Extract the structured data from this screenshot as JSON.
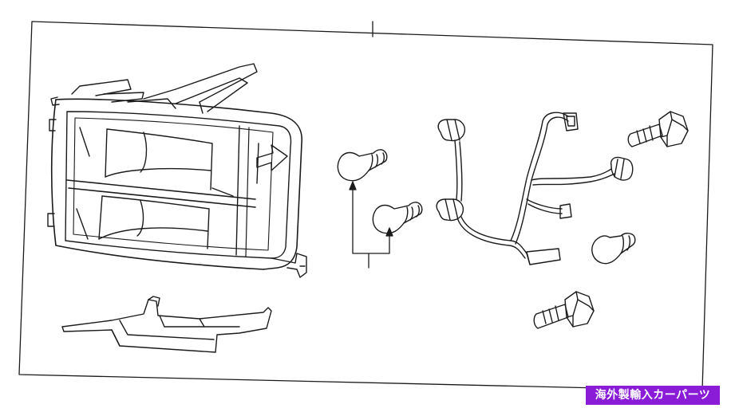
{
  "watermark": {
    "text": "海外製輸入カーパーツ",
    "background": "#8a1bd6",
    "color": "#ffffff"
  },
  "diagram": {
    "line_color": "#1b1b1b",
    "parts": [
      "headlamp-assembly",
      "lower-bracket",
      "bulb-upper",
      "bulb-lower",
      "wiring-harness",
      "harness-bulb",
      "adjuster-screw-upper",
      "adjuster-screw-lower"
    ]
  }
}
